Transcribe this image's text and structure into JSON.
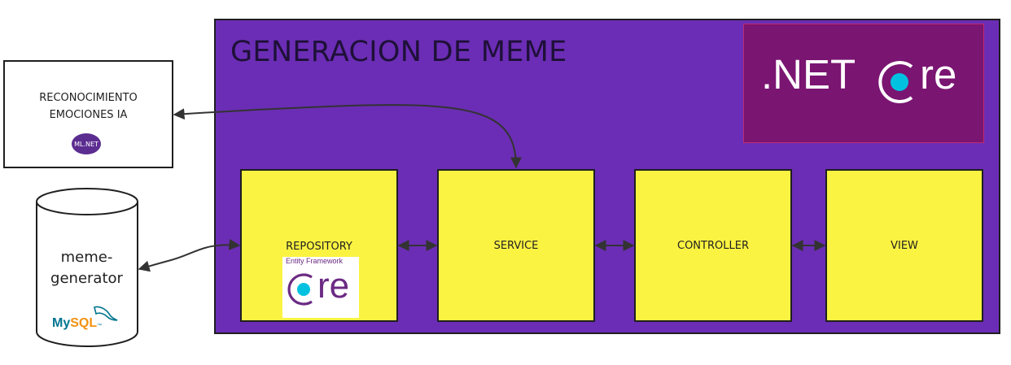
{
  "colors": {
    "main_bg": "#6b2db5",
    "layer_bg": "#fbf342",
    "netcore_bg": "#7a1572",
    "dot": "#00c1e0",
    "ef_purple": "#6b2a83",
    "mlnet_purple": "#5c2d91"
  },
  "main": {
    "title": "GENERACION DE MEME",
    "netcore_logo": {
      "prefix": ".NET",
      "suffix": "re",
      "icon": "netcore-logo"
    }
  },
  "layers": [
    {
      "label": "REPOSITORY"
    },
    {
      "label": "SERVICE"
    },
    {
      "label": "CONTROLLER"
    },
    {
      "label": "VIEW"
    }
  ],
  "ef_logo": {
    "caption": "Entity Framework",
    "suffix": "re",
    "icon": "ef-core-logo"
  },
  "ai_box": {
    "title_line1": "RECONOCIMIENTO",
    "title_line2": "EMOCIONES IA",
    "badge": "ML.NET"
  },
  "database": {
    "line1": "meme-",
    "line2": "generator",
    "logo_my": "My",
    "logo_sql": "SQL",
    "logo_mark": "™"
  }
}
